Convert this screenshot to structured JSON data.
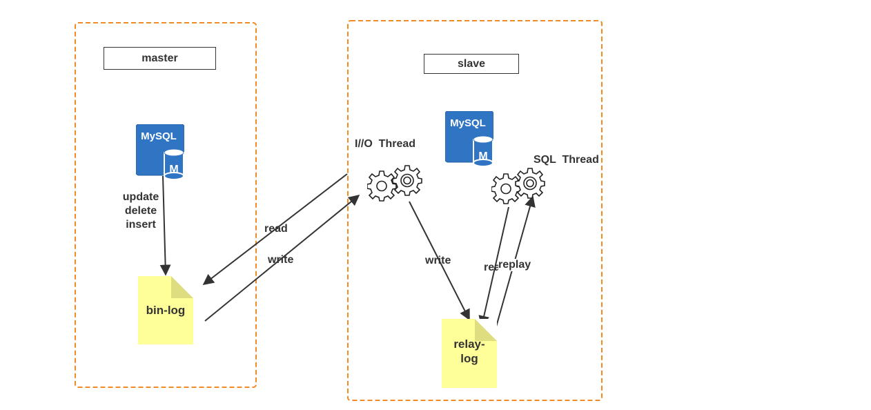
{
  "master": {
    "title": "master",
    "db_logo_text": "MySQL",
    "db_logo_letter": "M",
    "operations": [
      "update",
      "delete",
      "insert"
    ],
    "log_label": "bin-log"
  },
  "slave": {
    "title": "slave",
    "db_logo_text": "MySQL",
    "db_logo_letter": "M",
    "io_thread_label": "I//O  Thread",
    "sql_thread_label": "SQL  Thread",
    "relay_log_label_line1": "relay-",
    "relay_log_label_line2": "log"
  },
  "edges": {
    "read_binlog": "read",
    "write_io": "write",
    "write_relay": "write",
    "read_relay": "rea",
    "replay": "replay"
  },
  "colors": {
    "dashed_border": "#f08a24",
    "mysql_blue": "#2f75c4",
    "note_yellow": "#ffff99",
    "line": "#333333"
  }
}
